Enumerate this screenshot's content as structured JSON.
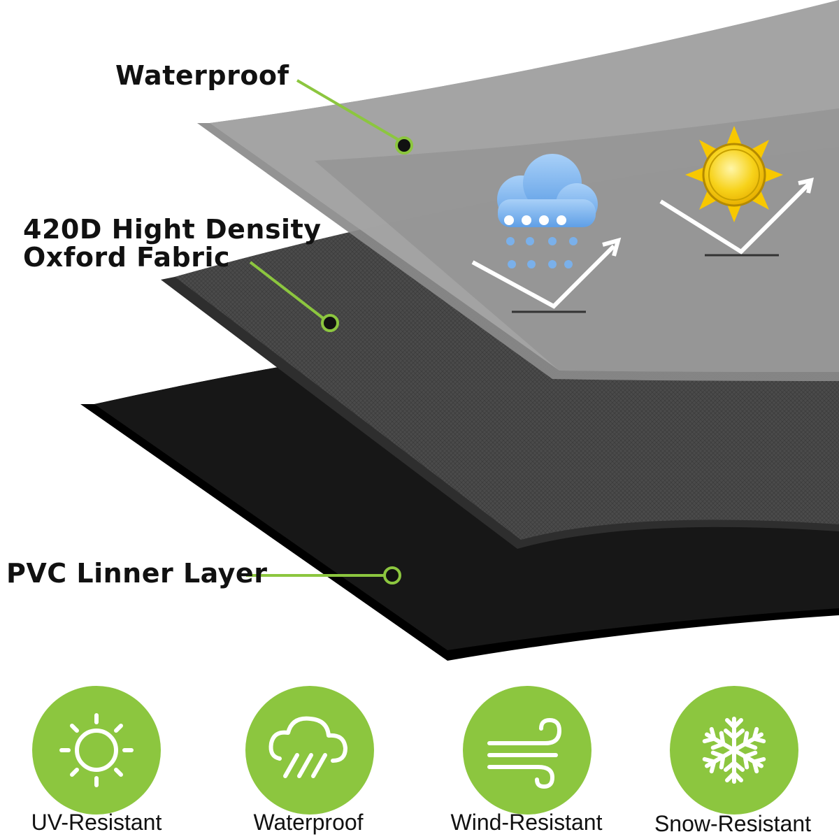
{
  "layers": {
    "top_label": "Waterproof",
    "middle_label_line1": "420D Hight Density",
    "middle_label_line2": "Oxford Fabric",
    "bottom_label": "PVC Linner Layer"
  },
  "features": [
    {
      "label": "UV-Resistant",
      "icon": "sun-outline-icon"
    },
    {
      "label": "Waterproof",
      "icon": "rain-cloud-icon"
    },
    {
      "label": "Wind-Resistant",
      "icon": "wind-icon"
    },
    {
      "label": "Snow-Resistant",
      "icon": "snowflake-icon"
    }
  ],
  "colors": {
    "accent_green": "#8cc63f",
    "top_layer": "#9b9b9b",
    "middle_layer": "#4a4a4a",
    "bottom_layer": "#151515",
    "sun": "#f5c400",
    "cloud": "#7fb5ef"
  }
}
